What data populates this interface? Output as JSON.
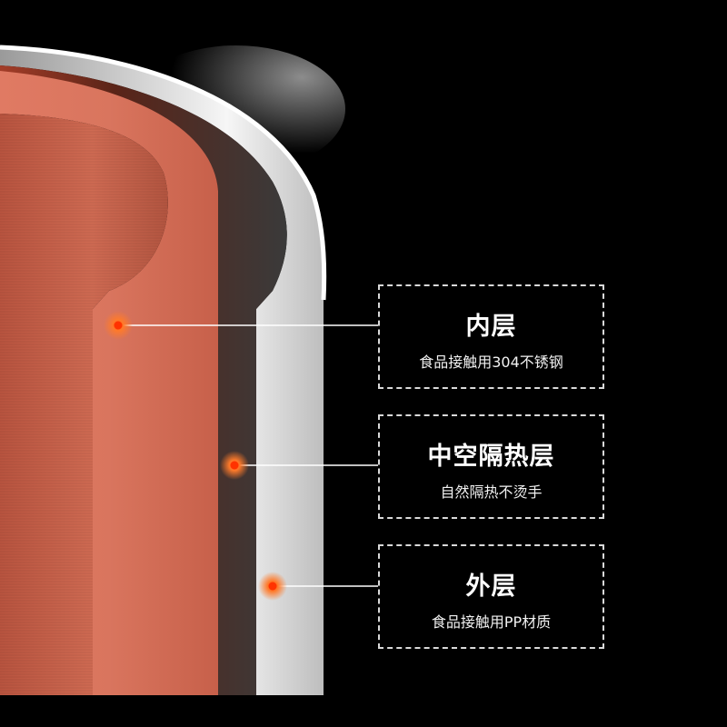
{
  "layers": [
    {
      "title": "内层",
      "subtitle": "食品接触用304不锈钢"
    },
    {
      "title": "中空隔热层",
      "subtitle": "自然隔热不烫手"
    },
    {
      "title": "外层",
      "subtitle": "食品接触用PP材质"
    }
  ],
  "colors": {
    "background": "#000000",
    "inner_wall": "#c8644c",
    "outer_shell": "#f0f0f0",
    "marker": "#ff6a1a",
    "dashed_border": "#d9d9d9"
  }
}
